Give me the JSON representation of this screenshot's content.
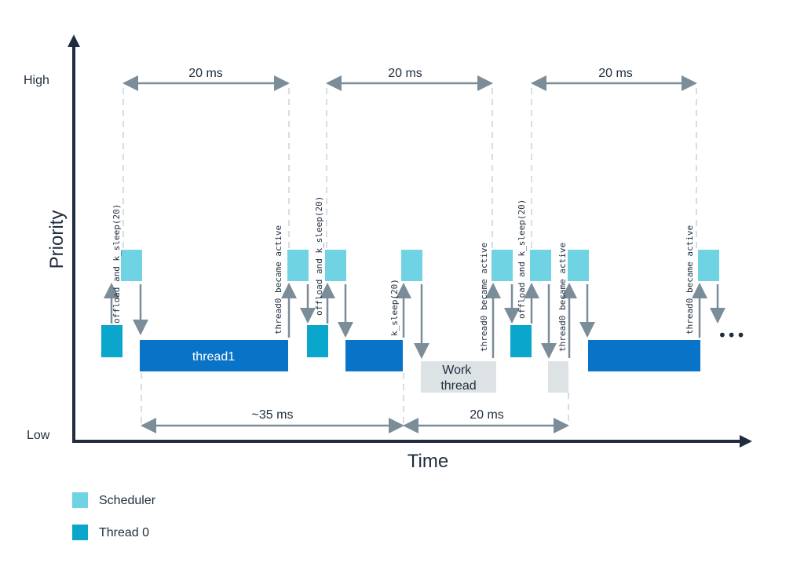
{
  "axes": {
    "y_label": "Priority",
    "x_label": "Time",
    "high_label": "High",
    "low_label": "Low"
  },
  "intervals": {
    "top": [
      "20 ms",
      "20 ms",
      "20 ms"
    ],
    "bottom": [
      "~35 ms",
      "20 ms"
    ]
  },
  "blocks": {
    "thread1": "thread1",
    "work_thread": "Work\nthread"
  },
  "annotations": {
    "offload_sleep": "offload and k_sleep(20)",
    "became_active": "thread0 became active",
    "k_sleep": "k_sleep(20)"
  },
  "ellipsis": "•••",
  "legend": [
    {
      "label": "Scheduler",
      "color": "#6fd3e3"
    },
    {
      "label": "Thread 0",
      "color": "#0aa6cc"
    }
  ],
  "colors": {
    "scheduler": "#6fd3e3",
    "thread0": "#0aa6cc",
    "thread1": "#0873c7",
    "work_thread": "#dde3e5",
    "arrow": "#7b8d98",
    "axis": "#1f2d3d",
    "dash": "#d7dde0"
  }
}
